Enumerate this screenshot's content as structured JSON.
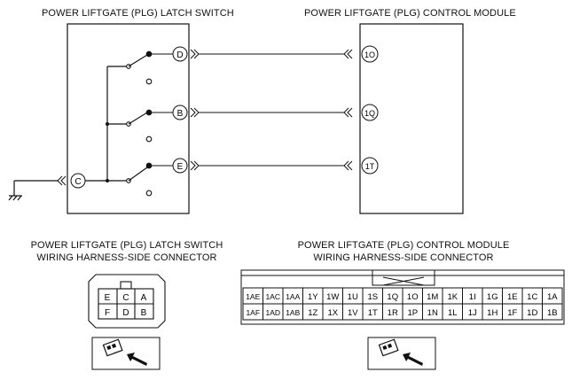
{
  "titles": {
    "latch_switch": "POWER LIFTGATE (PLG) LATCH SWITCH",
    "control_module": "POWER LIFTGATE (PLG) CONTROL MODULE",
    "latch_connector_line1": "POWER LIFTGATE (PLG) LATCH SWITCH",
    "latch_connector_line2": "WIRING HARNESS-SIDE CONNECTOR",
    "module_connector_line1": "POWER LIFTGATE (PLG) CONTROL MODULE",
    "module_connector_line2": "WIRING HARNESS-SIDE CONNECTOR"
  },
  "switch_terminals": {
    "common": "C",
    "t1": "D",
    "t2": "B",
    "t3": "E"
  },
  "module_terminals": {
    "t1": "1O",
    "t2": "1Q",
    "t3": "1T"
  },
  "latch_connector": {
    "top_row": [
      "E",
      "C",
      "A"
    ],
    "bottom_row": [
      "F",
      "D",
      "B"
    ]
  },
  "module_connector": {
    "top_row": [
      "1AE",
      "1AC",
      "1AA",
      "1Y",
      "1W",
      "1U",
      "1S",
      "1Q",
      "1O",
      "1M",
      "1K",
      "1I",
      "1G",
      "1E",
      "1C",
      "1A"
    ],
    "bottom_row": [
      "1AF",
      "1AD",
      "1AB",
      "1Z",
      "1X",
      "1V",
      "1T",
      "1R",
      "1P",
      "1N",
      "1L",
      "1J",
      "1H",
      "1F",
      "1D",
      "1B"
    ]
  },
  "icons": [
    "ground-icon",
    "connector-view-icon"
  ]
}
